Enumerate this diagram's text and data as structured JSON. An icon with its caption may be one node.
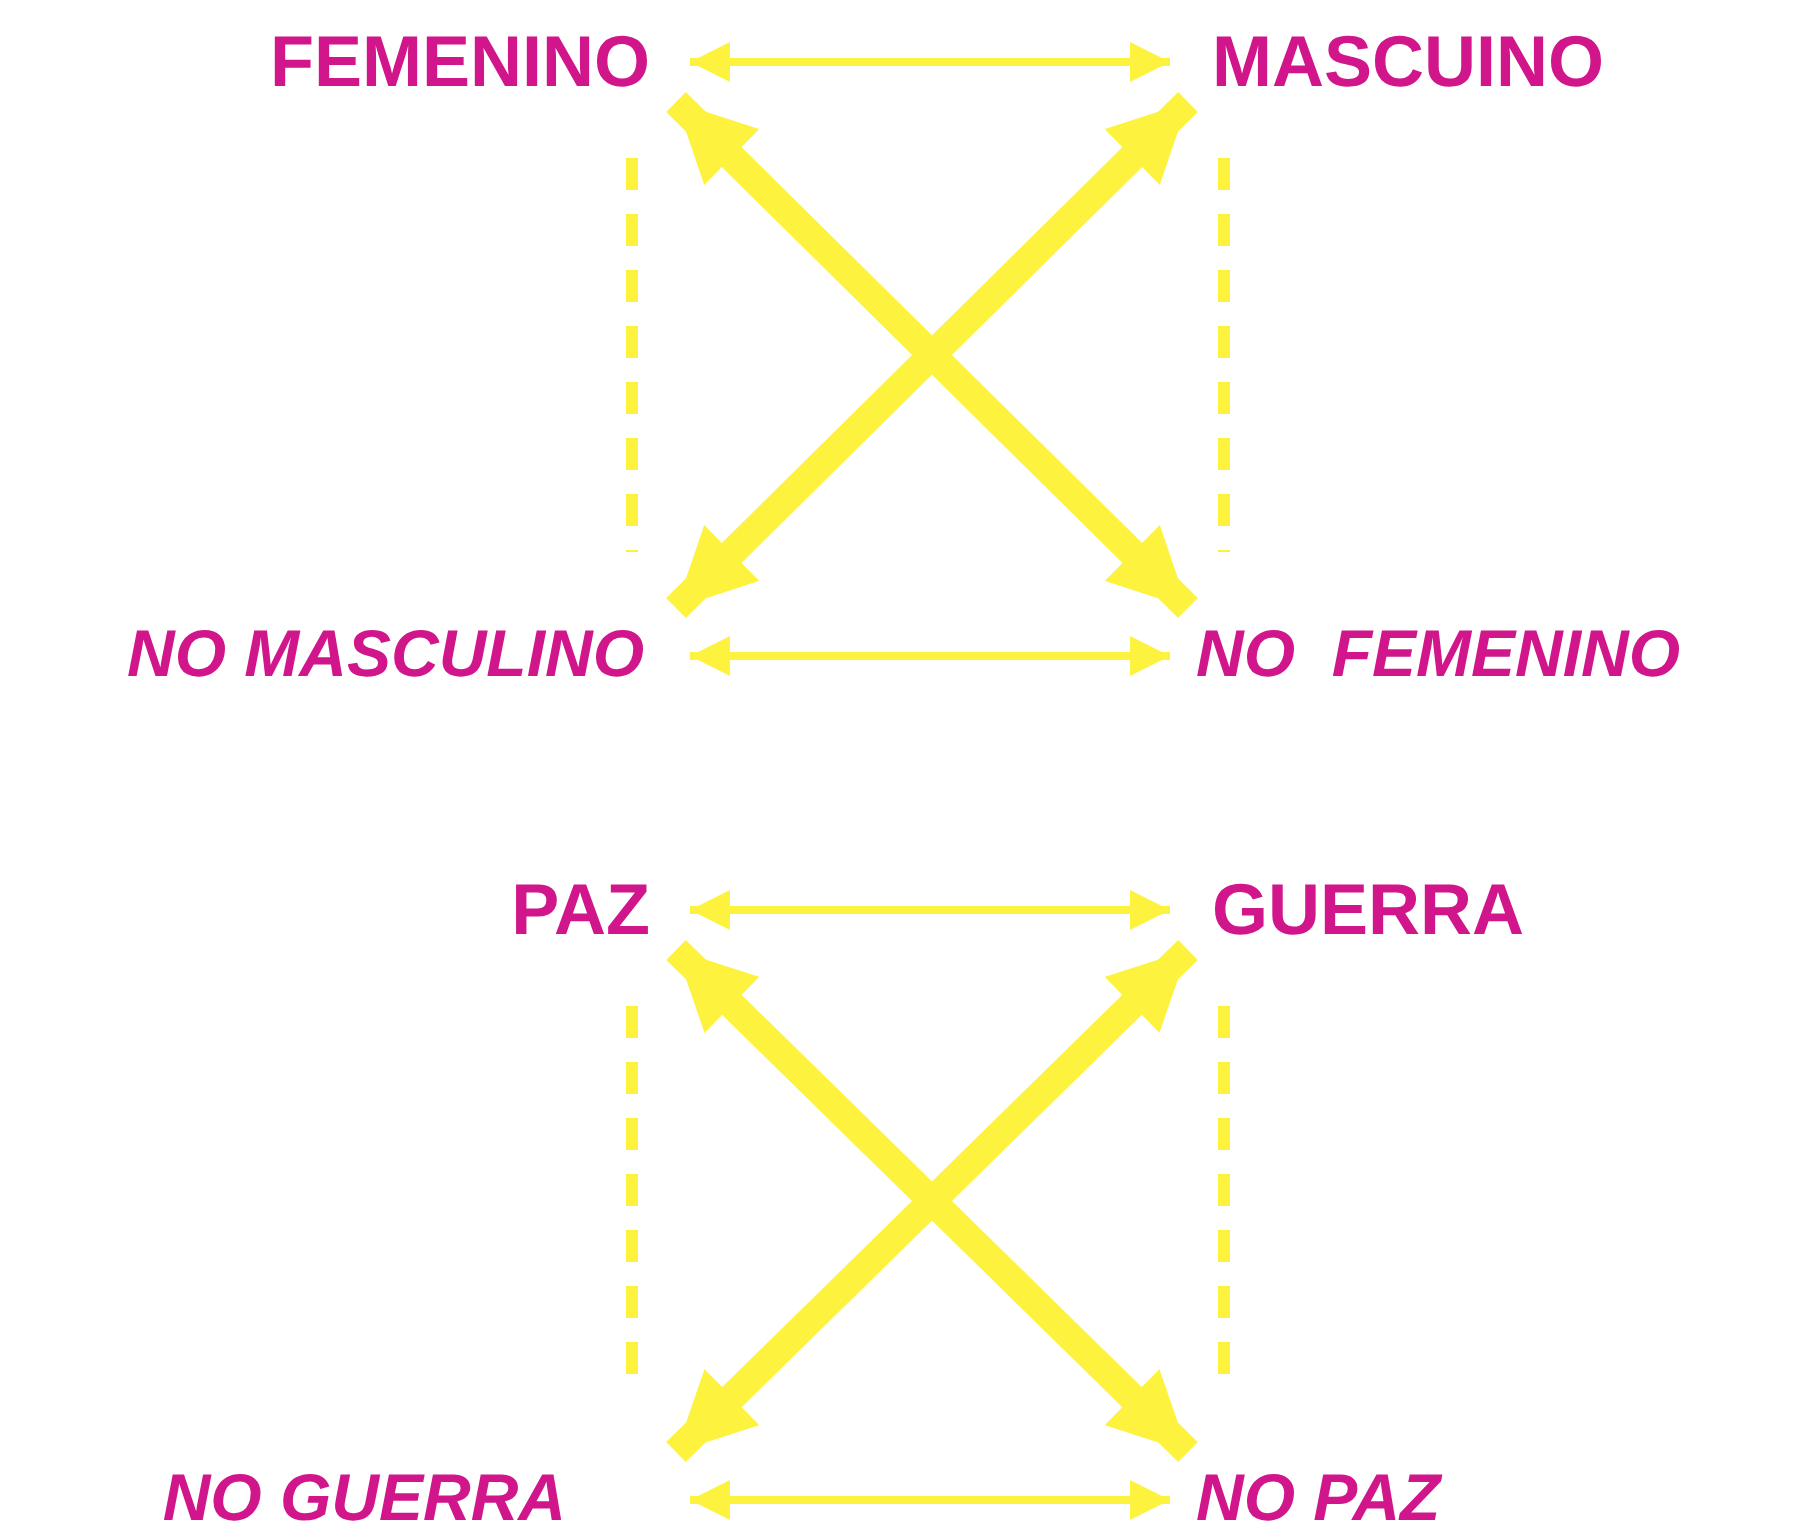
{
  "diagram": {
    "nodes": [
      {
        "text": [
          "FEMENINO"
        ]
      },
      {
        "text": [
          "MASCUINO"
        ]
      },
      {
        "text": [
          "NO MASCULINO"
        ]
      },
      {
        "text": [
          "NO  FEMENINO"
        ]
      },
      {
        "text": [
          "PAZ"
        ]
      },
      {
        "text": [
          "GUERRA"
        ]
      },
      {
        "text": [
          "NO GUERRA"
        ]
      },
      {
        "text": [
          "NO PAZ"
        ]
      }
    ],
    "edges": [
      {
        "from": 0,
        "to": 1,
        "arrow": "both"
      },
      {
        "from": 0,
        "to": 3,
        "arrow": "both",
        "style": "thick"
      },
      {
        "from": 1,
        "to": 2,
        "arrow": "both",
        "style": "thick"
      },
      {
        "from": 0,
        "to": 2,
        "arrow": "none",
        "style": "dashed"
      },
      {
        "from": 1,
        "to": 3,
        "arrow": "none",
        "style": "dashed"
      },
      {
        "from": 2,
        "to": 3,
        "arrow": "both"
      },
      {
        "from": 4,
        "to": 5,
        "arrow": "both"
      },
      {
        "from": 4,
        "to": 7,
        "arrow": "both",
        "style": "thick"
      },
      {
        "from": 5,
        "to": 6,
        "arrow": "both",
        "style": "thick"
      },
      {
        "from": 4,
        "to": 6,
        "arrow": "none",
        "style": "dashed"
      },
      {
        "from": 5,
        "to": 7,
        "arrow": "none",
        "style": "dashed"
      },
      {
        "from": 6,
        "to": 7,
        "arrow": "both"
      }
    ]
  }
}
